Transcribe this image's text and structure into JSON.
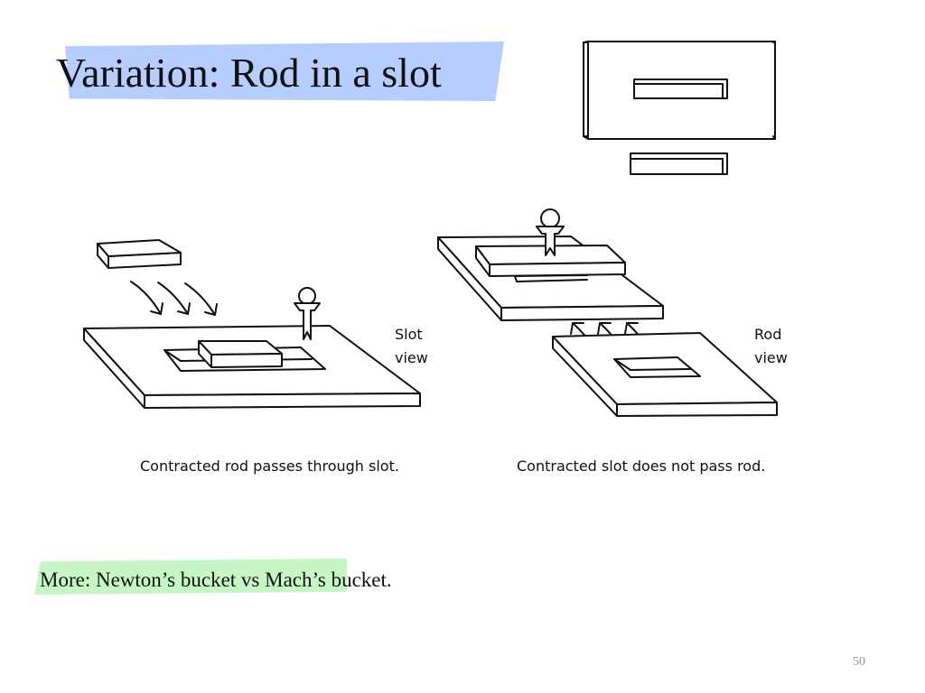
{
  "slide": {
    "title": "Variation: Rod in a slot",
    "highlight_colors": {
      "title": "#a9c4ff",
      "note": "#c6f6c6"
    },
    "left_view": {
      "label_line1": "Slot",
      "label_line2": "view",
      "caption": "Contracted rod passes through slot."
    },
    "right_view": {
      "label_line1": "Rod",
      "label_line2": "view",
      "caption": "Contracted slot does not pass rod."
    },
    "note": "More: Newton’s bucket vs Mach’s bucket.",
    "page_number": "50"
  }
}
